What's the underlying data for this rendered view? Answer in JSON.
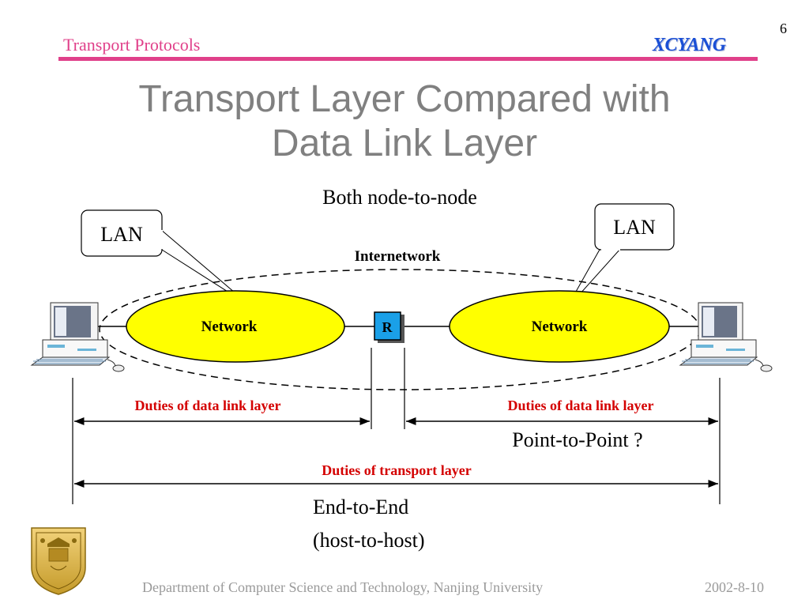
{
  "page_number": "6",
  "header": {
    "left": "Transport Protocols",
    "right": "XCYANG"
  },
  "title": {
    "line1": "Transport Layer Compared with",
    "line2": "Data Link Layer"
  },
  "diagram": {
    "both_node": "Both node-to-node",
    "lan_left": "LAN",
    "lan_right": "LAN",
    "internetwork": "Internetwork",
    "network_left": "Network",
    "network_right": "Network",
    "router": "R",
    "dl_left": "Duties of data link layer",
    "dl_right": "Duties of data link layer",
    "point_to_point": "Point-to-Point ?",
    "transport": "Duties of transport layer",
    "end_to_end_1": "End-to-End",
    "end_to_end_2": "(host-to-host)"
  },
  "colors": {
    "accent_pink": "#e0408a",
    "duty_red": "#d40000",
    "network_fill": "#ffff00",
    "router_fill": "#1aa0e8",
    "header_blue": "#1a4fd6"
  },
  "footer": {
    "text": "Department of Computer Science and Technology, Nanjing University",
    "date": "2002-8-10"
  }
}
